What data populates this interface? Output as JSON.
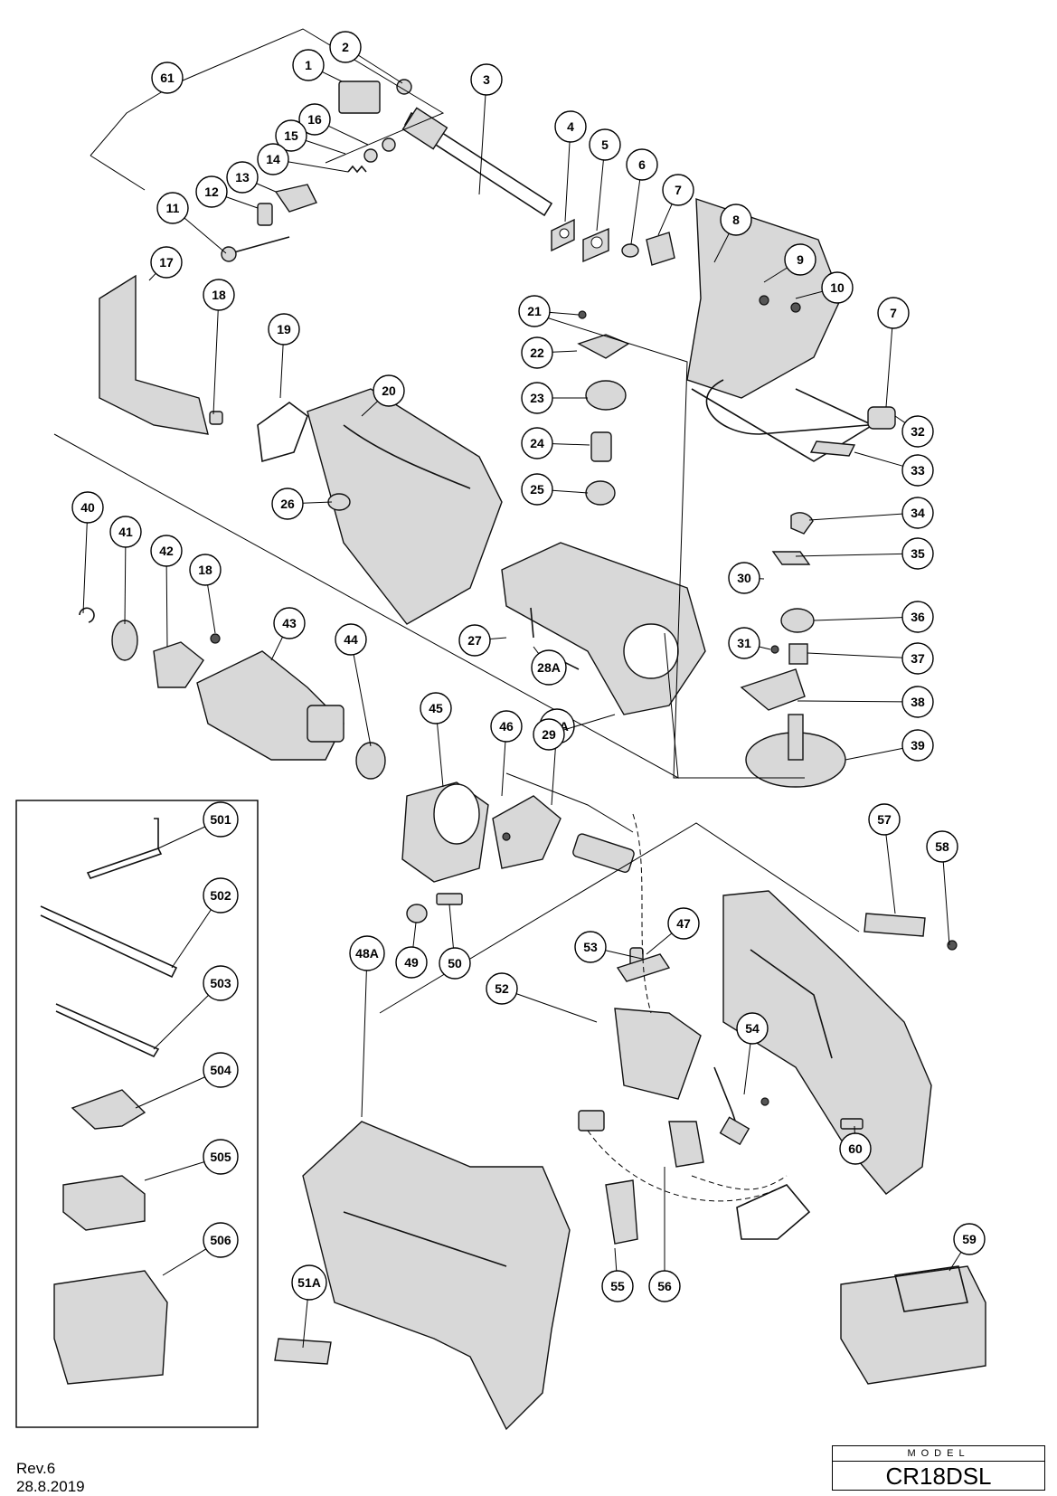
{
  "callouts": [
    "61",
    "2",
    "1",
    "3",
    "16",
    "15",
    "14",
    "13",
    "12",
    "11",
    "4",
    "5",
    "6",
    "7",
    "8",
    "9",
    "10",
    "7",
    "17",
    "18",
    "19",
    "20",
    "21",
    "22",
    "23",
    "24",
    "25",
    "26",
    "32",
    "33",
    "34",
    "35",
    "30",
    "36",
    "31",
    "37",
    "38",
    "39",
    "40",
    "41",
    "42",
    "18",
    "43",
    "44",
    "45",
    "46",
    "46A",
    "27",
    "28A",
    "29",
    "501",
    "502",
    "503",
    "504",
    "505",
    "506",
    "47",
    "48A",
    "49",
    "50",
    "52",
    "53",
    "54",
    "55",
    "56",
    "57",
    "58",
    "59",
    "60",
    "51A"
  ],
  "footer": {
    "revision": "Rev.6",
    "date": "28.8.2019"
  },
  "model": {
    "label": "MODEL",
    "name": "CR18DSL"
  }
}
